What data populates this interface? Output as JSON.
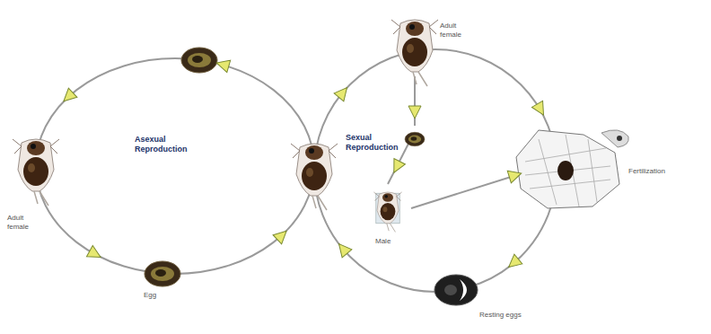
{
  "diagram": {
    "labels": [
      "Asexual Reproduction",
      "Sexual Reproduction",
      "Adult female",
      "Adult female",
      "Egg",
      "Male",
      "Fertilization",
      "Resting eggs"
    ]
  }
}
